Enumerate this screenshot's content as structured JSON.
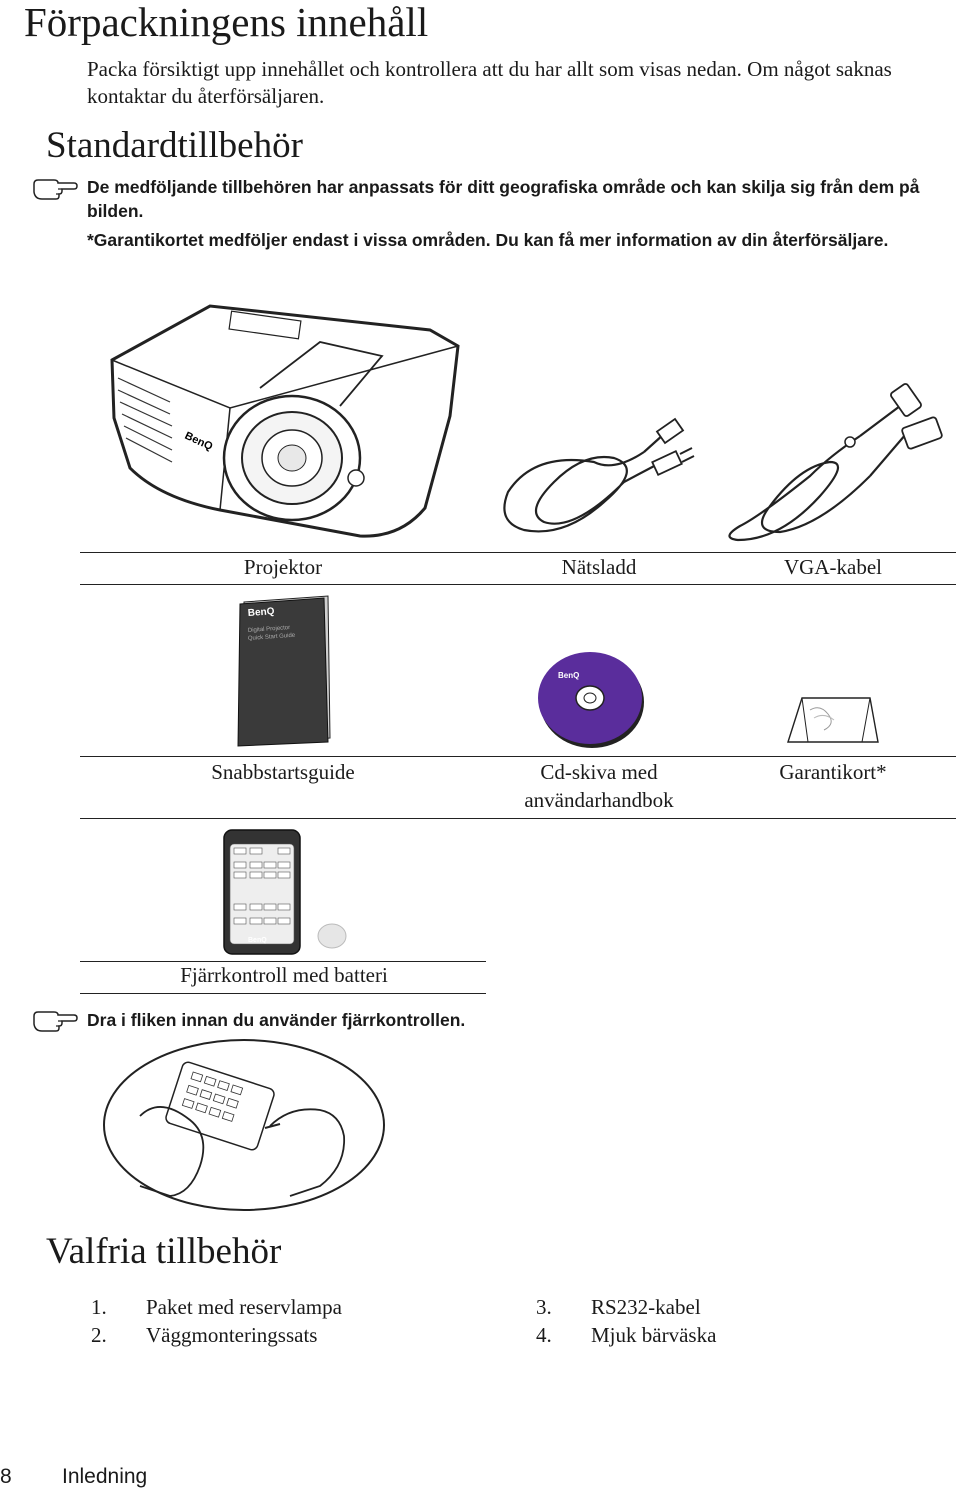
{
  "page": {
    "title": "Förpackningens innehåll",
    "intro": "Packa försiktigt upp innehållet och kontrollera att du har allt som visas nedan. Om något saknas kontaktar du återförsäljaren."
  },
  "standard": {
    "heading": "Standardtillbehör",
    "note1": "De medföljande tillbehören har anpassats för ditt geografiska område och kan skilja sig från dem på bilden.",
    "note2": "*Garantikortet medföljer endast i vissa områden. Du kan få mer information av din återförsäljare.",
    "row1": [
      "Projektor",
      "Nätsladd",
      "VGA-kabel"
    ],
    "row2": [
      "Snabbstartsguide",
      "Cd-skiva med användarhandbok",
      "Garantikort*"
    ],
    "row3": [
      "Fjärrkontroll med batteri"
    ],
    "remote_note": "Dra i fliken innan du använder fjärrkontrollen.",
    "brand": "BenQ",
    "guide_text": [
      "Digital Projector",
      "Quick Start Guide"
    ]
  },
  "optional": {
    "heading": "Valfria tillbehör",
    "items": [
      {
        "num": "1.",
        "label": "Paket med reservlampa"
      },
      {
        "num": "2.",
        "label": "Väggmonteringssats"
      },
      {
        "num": "3.",
        "label": "RS232-kabel"
      },
      {
        "num": "4.",
        "label": "Mjuk bärväska"
      }
    ]
  },
  "footer": {
    "page_number": "8",
    "section": "Inledning"
  },
  "colors": {
    "cd": "#5a2d9c",
    "booklet": "#3a3a3a",
    "rule": "#222222"
  }
}
